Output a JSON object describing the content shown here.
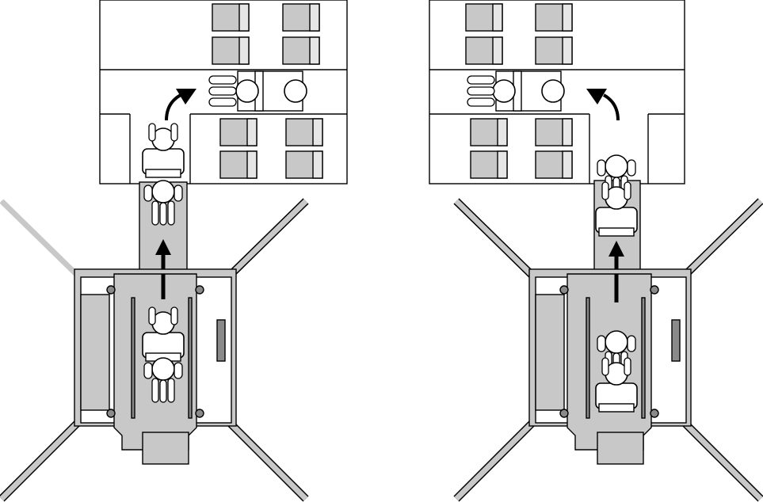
{
  "diagram": {
    "kind": "aircraft-cabin-boarding",
    "panels": [
      {
        "id": "left",
        "arrow_turn": "left"
      },
      {
        "id": "right",
        "arrow_turn": "right"
      }
    ],
    "colors": {
      "fill": "#c8c8c8",
      "dark": "#8a8a8a",
      "stroke": "#000000",
      "bg": "#ffffff"
    }
  }
}
